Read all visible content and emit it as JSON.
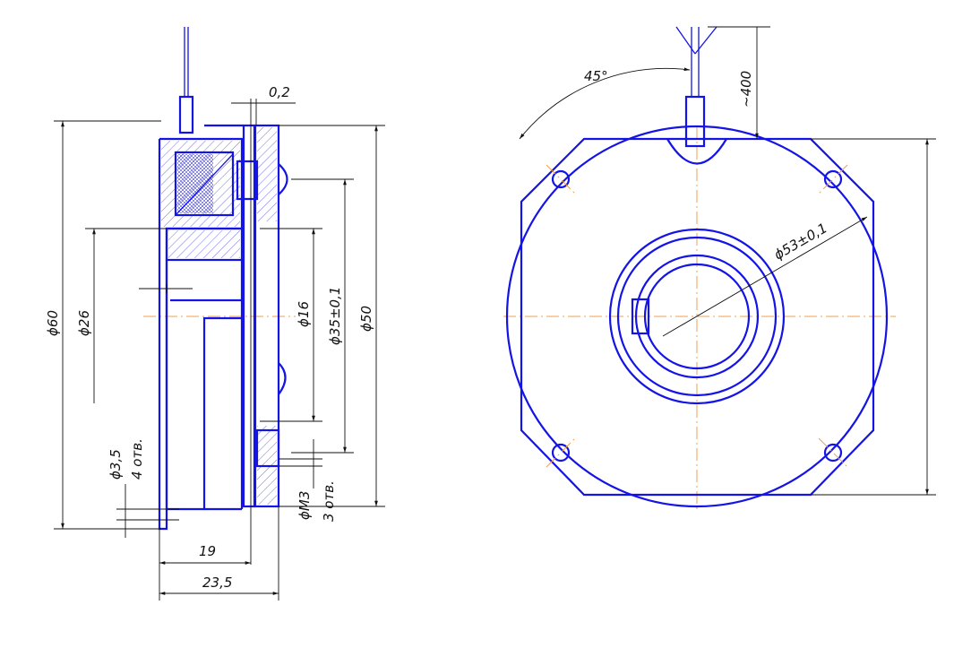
{
  "colors": {
    "part": "#1414e6",
    "dimension": "#111111",
    "axis": "#f0a050",
    "background": "#ffffff"
  },
  "dimensions": {
    "gap": "0,2",
    "d60": "ϕ60",
    "d26": "ϕ26",
    "d16": "ϕ16",
    "d35": "ϕ35±0,1",
    "d50": "ϕ50",
    "hole_d35": "ϕ3,5",
    "hole_count_4": "4 отв.",
    "m3": "ϕM3",
    "hole_count_3": "3 отв.",
    "len19": "19",
    "len235": "23,5",
    "angle45": "45°",
    "wire400": "~400",
    "d53": "ϕ53±0,1"
  }
}
